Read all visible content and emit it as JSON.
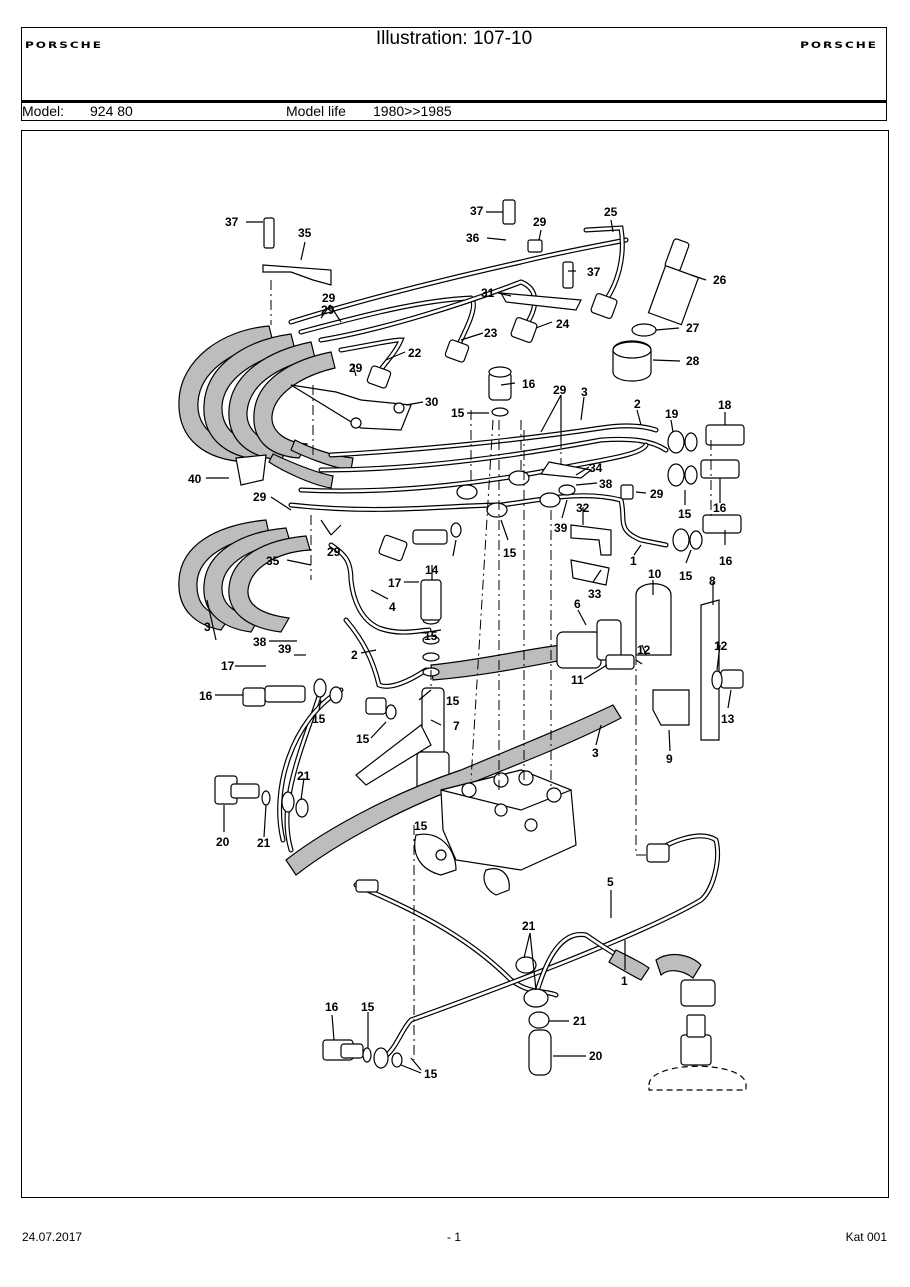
{
  "header": {
    "brand_left": "PORSCHE",
    "brand_right": "PORSCHE",
    "title": "Illustration: 107-10",
    "model_label": "Model:",
    "model_value": "924 80",
    "model_life_label": "Model life",
    "model_life_value": "1980>>1985"
  },
  "diagram": {
    "callouts": [
      "37",
      "35",
      "29",
      "29",
      "23",
      "22",
      "29",
      "30",
      "37",
      "36",
      "29",
      "25",
      "37",
      "26",
      "31",
      "24",
      "27",
      "28",
      "16",
      "15",
      "29",
      "3",
      "2",
      "19",
      "18",
      "40",
      "29",
      "34",
      "38",
      "29",
      "15",
      "16",
      "29",
      "39",
      "32",
      "14",
      "15",
      "1",
      "15",
      "16",
      "35",
      "17",
      "4",
      "33",
      "10",
      "8",
      "3",
      "6",
      "15",
      "12",
      "38",
      "39",
      "2",
      "17",
      "11",
      "12",
      "15",
      "13",
      "16",
      "15",
      "7",
      "15",
      "3",
      "9",
      "15",
      "21",
      "20",
      "21",
      "5",
      "21",
      "1",
      "16",
      "15",
      "21",
      "20",
      "15"
    ]
  },
  "footer": {
    "date": "24.07.2017",
    "page": "- 1",
    "catalog": "Kat 001"
  }
}
